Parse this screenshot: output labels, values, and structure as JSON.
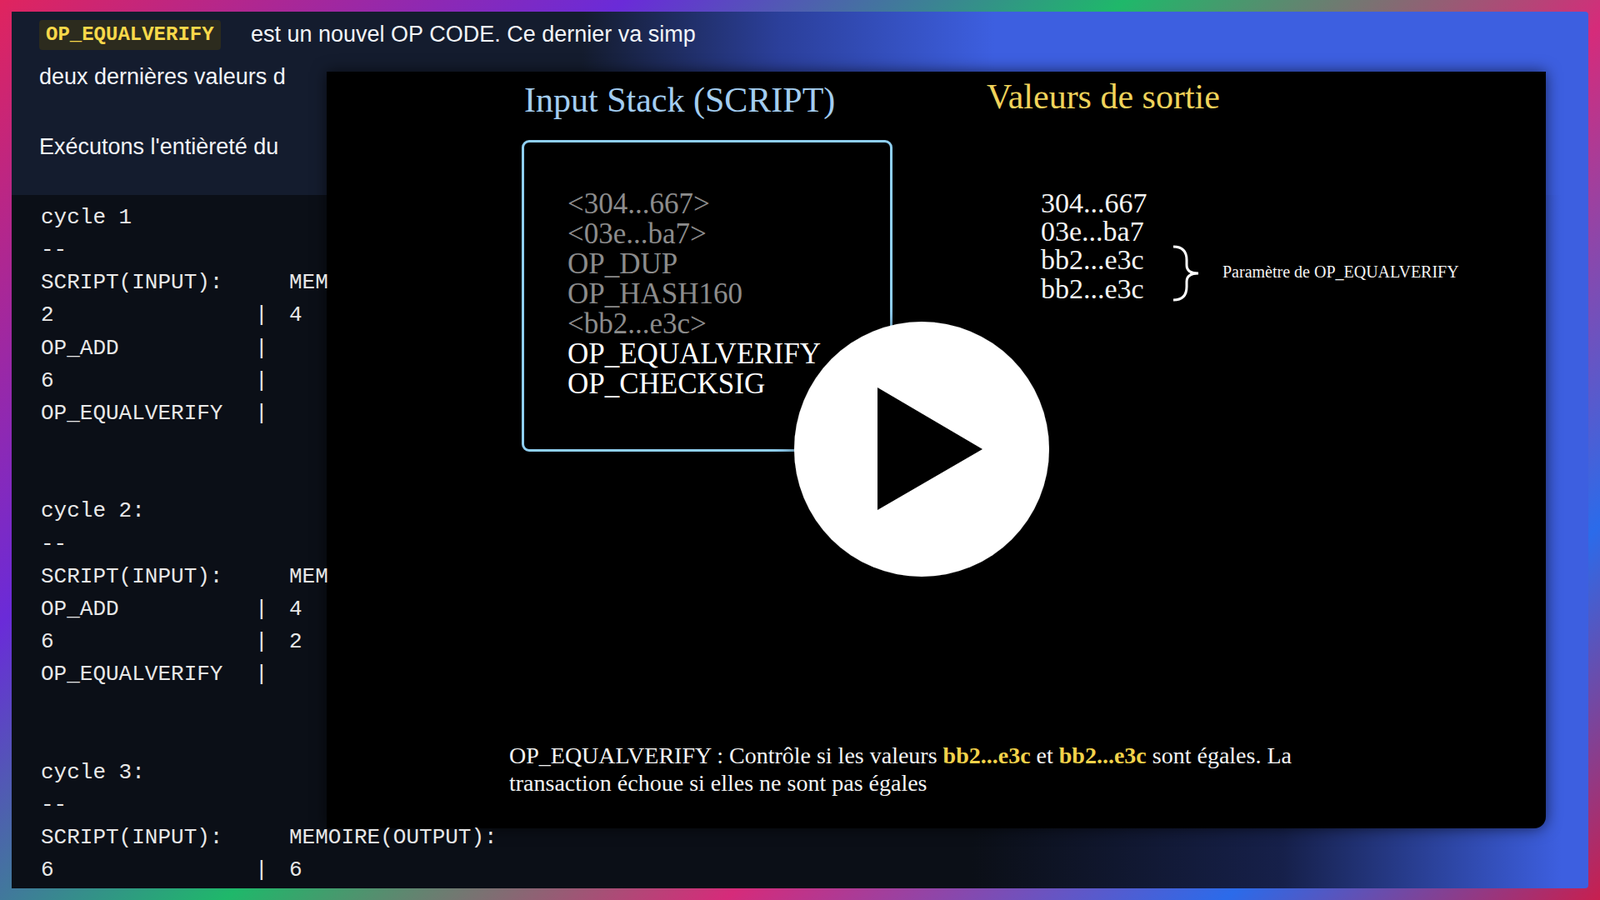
{
  "diagram": {
    "nodes": [
      {
        "text": [
          "Input Stack (SCRIPT)",
          "<304...667>",
          "<03e...ba7>",
          "OP_DUP",
          "OP_HASH160",
          "<bb2...e3c>",
          "OP_EQUALVERIFY",
          "OP_CHECKSIG"
        ]
      }
    ],
    "labels": [
      "OP_EQUALVERIFY",
      "est un nouvel OP CODE. Ce dernier va simp",
      "deux dernières valeurs d",
      "Exécutons l'entièreté du",
      "cycle 1",
      "--",
      "SCRIPT(INPUT):",
      "MEM",
      "2",
      "|",
      "4",
      "OP_ADD",
      "|",
      "6",
      "|",
      "OP_EQUALVERIFY",
      "|",
      "cycle 2:",
      "--",
      "SCRIPT(INPUT):",
      "MEM",
      "OP_ADD",
      "|",
      "4",
      "6",
      "|",
      "2",
      "OP_EQUALVERIFY",
      "|",
      "cycle 3:",
      "--",
      "SCRIPT(INPUT):",
      "MEMOIRE(OUTPUT):",
      "6",
      "|",
      "6",
      "Valeurs de sortie",
      "304...667",
      "03e...ba7",
      "bb2...e3c",
      "bb2...e3c",
      "Paramètre de OP_EQUALVERIFY",
      "OP_EQUALVERIFY : Contrôle si les valeurs",
      "bb2...e3c",
      "et",
      "bb2...e3c",
      "sont égales. La transaction échoue si elles ne sont pas égales"
    ]
  }
}
